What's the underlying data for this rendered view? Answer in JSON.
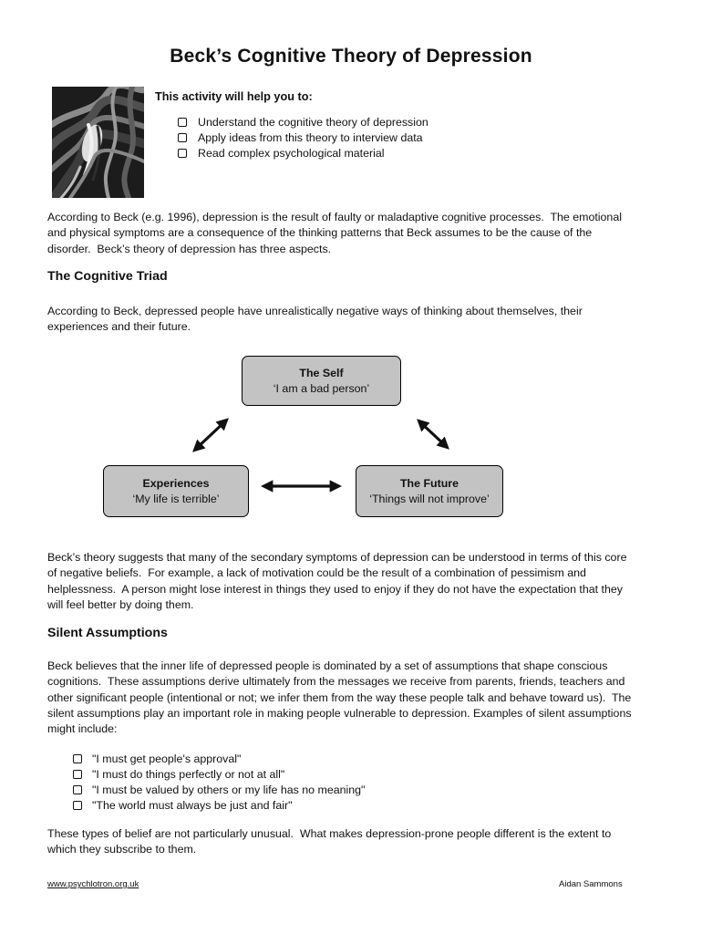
{
  "title": "Beck’s Cognitive Theory of Depression",
  "activity": {
    "heading": "This activity will help you to:",
    "objectives": [
      "Understand the cognitive theory of depression",
      "Apply ideas from this theory to interview data",
      "Read complex psychological material"
    ]
  },
  "intro_paragraph": "According to Beck (e.g. 1996), depression is the result of faulty or maladaptive cognitive processes.  The emotional\nand physical symptoms are a consequence of the thinking patterns that Beck assumes to be the cause of the\ndisorder.  Beck’s theory of depression has three aspects.",
  "cognitive_triad": {
    "heading": "The Cognitive Triad",
    "intro": "According to Beck, depressed people have unrealistically negative ways of thinking about themselves, their\nexperiences and their future.",
    "diagram": {
      "self_box": {
        "title": "The Self",
        "quote": "‘I am a bad person’"
      },
      "experiences_box": {
        "title": "Experiences",
        "quote": "‘My life is terrible’"
      },
      "future_box": {
        "title": "The Future",
        "quote": "‘Things will not improve’"
      },
      "box_fill": "#c3c3c3",
      "box_border": "#000000",
      "arrow_color": "#111111"
    },
    "discussion": "Beck’s theory suggests that many of the secondary symptoms of depression can be understood in terms of this core\nof negative beliefs.  For example, a lack of motivation could be the result of a combination of pessimism and\nhelplessness.  A person might lose interest in things they used to enjoy if they do not have the expectation that they\nwill feel better by doing them."
  },
  "silent_assumptions": {
    "heading": "Silent Assumptions",
    "intro": "Beck believes that the inner life of depressed people is dominated by a set of assumptions that shape conscious\ncognitions.  These assumptions derive ultimately from the messages we receive from parents, friends, teachers and\nother significant people (intentional or not; we infer them from the way these people talk and behave toward us).  The\nsilent assumptions play an important role in making people vulnerable to depression. Examples of silent assumptions\nmight include:",
    "examples": [
      "\"I must get people's approval\"",
      "\"I must do things perfectly or not at all\"",
      "\"I must be valued by others or my life has no meaning\"",
      "\"The world must always be just and fair\""
    ],
    "closing": "These types of belief are not particularly unusual.  What makes depression-prone people different is the extent to\nwhich they subscribe to them."
  },
  "footer": {
    "website": "www.psychlotron.org.uk",
    "author": "Aidan Sammons"
  }
}
